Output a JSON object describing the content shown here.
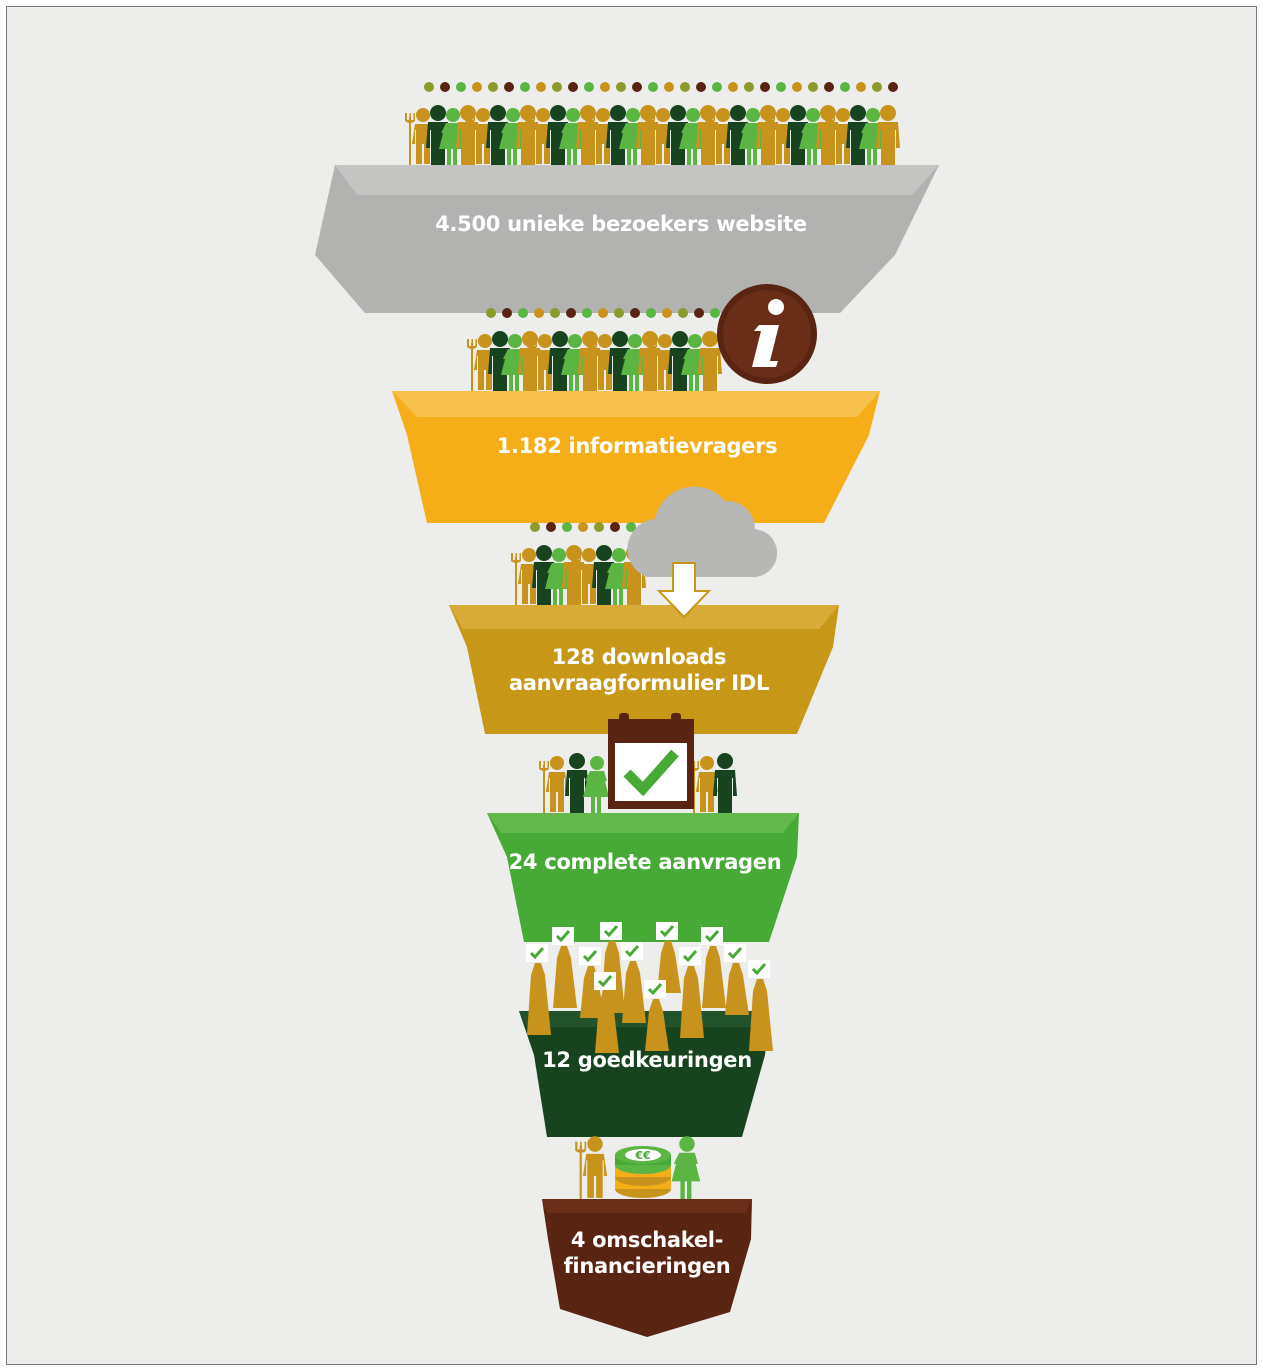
{
  "stages": [
    {
      "label_lines": [
        "4.500 unieke bezoekers website"
      ],
      "color": "#b2b2b1",
      "icon": "crowd-icon"
    },
    {
      "label_lines": [
        "1.182 informatievragers"
      ],
      "color": "#f5ad18",
      "icon": "info-icon"
    },
    {
      "label_lines": [
        "128 downloads",
        "aanvraagformulier IDL"
      ],
      "color": "#c79818",
      "icon": "cloud-download-icon"
    },
    {
      "label_lines": [
        "24 complete aanvragen"
      ],
      "color": "#47a936",
      "icon": "calendar-check-icon"
    },
    {
      "label_lines": [
        "12 goedkeuringen"
      ],
      "color": "#17441f",
      "icon": "raised-hands-check-icon"
    },
    {
      "label_lines": [
        "4 omschakel-",
        "financieringen"
      ],
      "color": "#5a2412",
      "icon": "euro-coins-icon"
    }
  ],
  "palette": {
    "person_gold": "#c8931c",
    "person_dark": "#17441f",
    "person_green": "#5ab543",
    "head_brown": "#5a2412",
    "head_olive": "#8d9a2c",
    "brown": "#5a2412",
    "cloud": "#b7b7b6"
  }
}
